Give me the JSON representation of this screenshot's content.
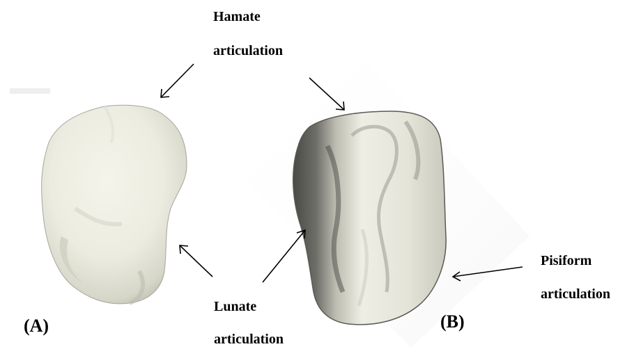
{
  "annotations": {
    "hamate_line1": "Hamate",
    "hamate_line2": "articulation",
    "lunate_line1": "Lunate",
    "lunate_line2": "articulation",
    "pisiform_line1": "Pisiform",
    "pisiform_line2": "articulation"
  },
  "panels": {
    "a": "(A)",
    "b": "(B)"
  },
  "colors": {
    "bone_light": "#f1f1e6",
    "bone_mid": "#d9d9cc",
    "bone_shadow": "#8e8e86",
    "bone_dark": "#3f3f3b",
    "text": "#000000"
  }
}
